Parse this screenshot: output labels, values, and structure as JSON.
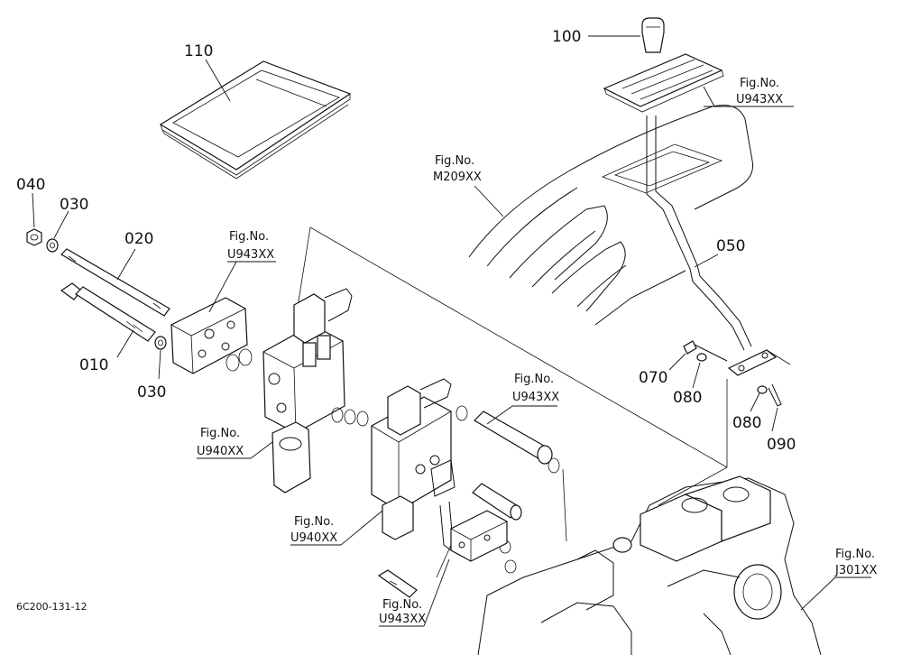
{
  "parts": {
    "p010": "010",
    "p020": "020",
    "p030a": "030",
    "p030b": "030",
    "p040": "040",
    "p050": "050",
    "p070": "070",
    "p080a": "080",
    "p080b": "080",
    "p090": "090",
    "p100": "100",
    "p110": "110"
  },
  "refs": {
    "fig_no": "Fig.No.",
    "r1": "U943XX",
    "r2": "M209XX",
    "r3": "U943XX",
    "r4": "U943XX",
    "r5": "U940XX",
    "r6": "U940XX",
    "r7": "U943XX",
    "r8": "J301XX"
  },
  "drawing_code": "6C200-131-12"
}
